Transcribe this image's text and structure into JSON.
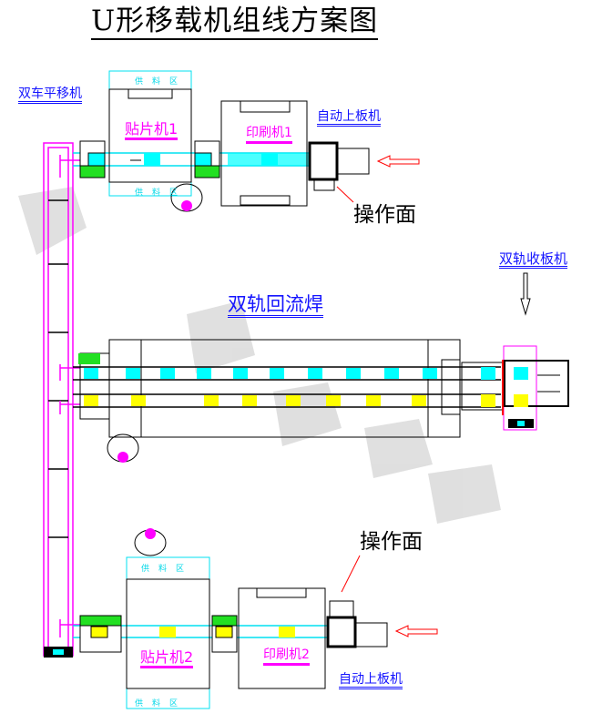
{
  "title": "U形移载机组线方案图",
  "labels": {
    "shuttle": "双车平移机",
    "smt1": "贴片机1",
    "printer1": "印刷机1",
    "loader_top": "自动上板机",
    "operation_top": "操作面",
    "unloader": "双轨收板机",
    "reflow": "双轨回流焊",
    "operation_bottom": "操作面",
    "smt2": "贴片机2",
    "printer2": "印刷机2",
    "loader_bottom": "自动上板机",
    "supply": "供料区"
  },
  "colors": {
    "cyan": "#00ffff",
    "yellow": "#ffff00",
    "magenta": "#ff00ff",
    "green": "#22e022",
    "red": "#ff0000",
    "blue": "#1414ff"
  }
}
